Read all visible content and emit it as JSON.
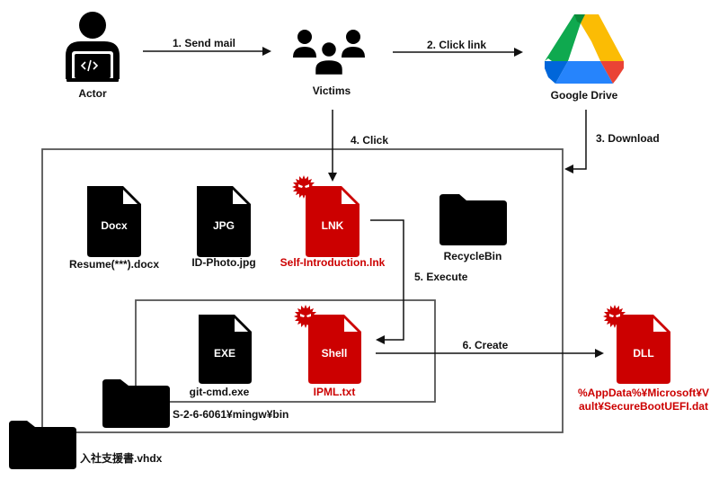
{
  "colors": {
    "malicious": "#cc0000",
    "benign_icon": "#000000",
    "gdrive_green": "#0fa94f",
    "gdrive_dark_green": "#0a8a3a",
    "gdrive_yellow": "#fbbc04",
    "gdrive_blue": "#2684fc",
    "gdrive_dark_blue": "#0066da",
    "gdrive_red": "#ea4335"
  },
  "nodes": {
    "actor": {
      "label": "Actor",
      "icon": "hacker-laptop-icon"
    },
    "victims": {
      "label": "Victims",
      "icon": "group-users-icon"
    },
    "google_drive": {
      "label": "Google Drive",
      "icon": "google-drive-icon"
    }
  },
  "steps": {
    "step1": "1. Send mail",
    "step2": "2. Click link",
    "step3": "3. Download",
    "step4": "4. Click",
    "step5": "5. Execute",
    "step6": "6. Create"
  },
  "files": {
    "docx": {
      "tag": "Docx",
      "name": "Resume(***).docx",
      "malicious": false
    },
    "jpg": {
      "tag": "JPG",
      "name": "ID-Photo.jpg",
      "malicious": false
    },
    "lnk": {
      "tag": "LNK",
      "name": "Self-Introduction.lnk",
      "malicious": true
    },
    "recyclebin": {
      "name": "RecycleBin",
      "type": "folder"
    },
    "exe": {
      "tag": "EXE",
      "name": "git-cmd.exe",
      "malicious": false
    },
    "shell": {
      "tag": "Shell",
      "name": "IPML.txt",
      "malicious": true
    },
    "dll": {
      "tag": "DLL",
      "name_line1": "%AppData%¥Microsoft¥V",
      "name_line2": "ault¥SecureBootUEFI.dat",
      "malicious": true
    }
  },
  "containers": {
    "vhdx": {
      "name": "入社支援書.vhdx"
    },
    "bin_folder": {
      "name": "S-2-6-6061¥mingw¥bin"
    }
  }
}
